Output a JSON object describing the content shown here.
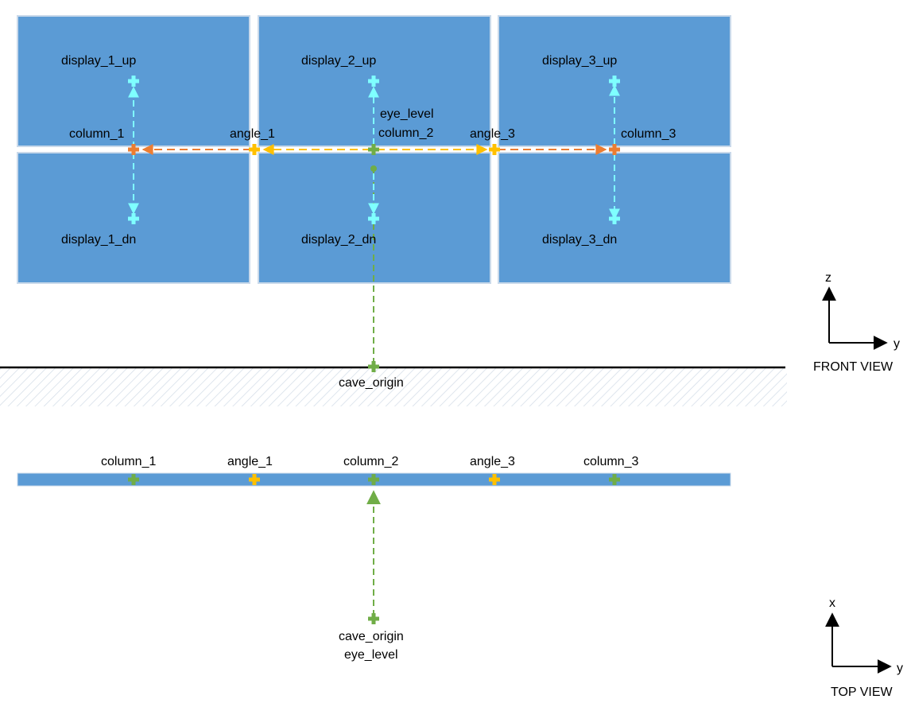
{
  "front_view": {
    "caption": "FRONT VIEW",
    "axis_vertical": "z",
    "axis_horizontal": "y",
    "labels": {
      "display_1_up": "display_1_up",
      "display_2_up": "display_2_up",
      "display_3_up": "display_3_up",
      "display_1_dn": "display_1_dn",
      "display_2_dn": "display_2_dn",
      "display_3_dn": "display_3_dn",
      "column_1": "column_1",
      "column_2": "column_2",
      "column_3": "column_3",
      "angle_1": "angle_1",
      "angle_3": "angle_3",
      "eye_level": "eye_level",
      "cave_origin": "cave_origin"
    }
  },
  "top_view": {
    "caption": "TOP VIEW",
    "axis_vertical": "x",
    "axis_horizontal": "y",
    "labels": {
      "column_1": "column_1",
      "angle_1": "angle_1",
      "column_2": "column_2",
      "angle_3": "angle_3",
      "column_3": "column_3",
      "cave_origin": "cave_origin",
      "eye_level": "eye_level"
    }
  },
  "colors": {
    "panel": "#5B9BD5",
    "panel_border": "#c9d9ea",
    "column_orange": "#ED7D31",
    "angle_yellow": "#FFC000",
    "display_cyan": "#7FFFFF",
    "origin_green": "#70AD47",
    "floor_line": "#000000",
    "hatch": "#d6e0ea"
  }
}
